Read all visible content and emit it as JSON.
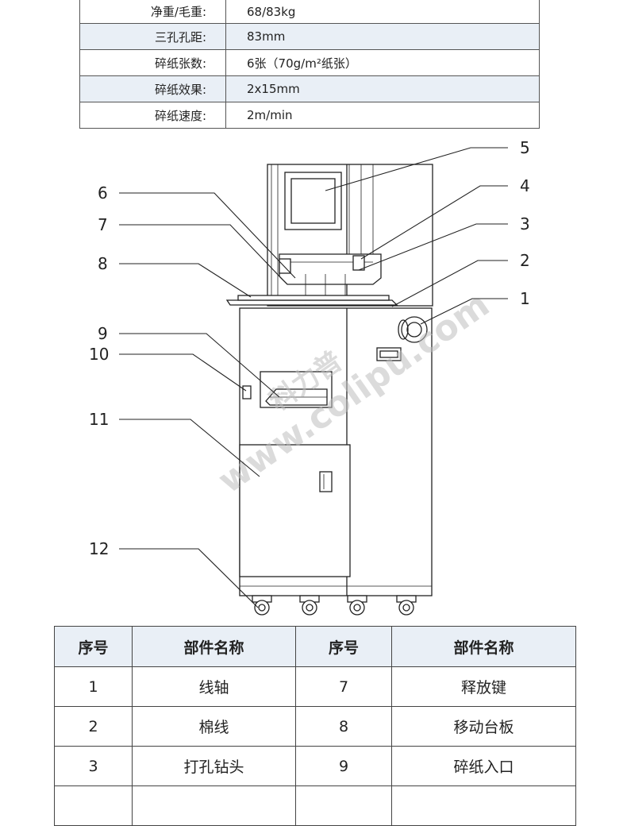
{
  "specs": [
    {
      "label": "净重/毛重:",
      "value": "68/83kg"
    },
    {
      "label": "三孔孔距:",
      "value": "83mm"
    },
    {
      "label": "碎纸张数:",
      "value": "6张（70g/m²纸张）"
    },
    {
      "label": "碎纸效果:",
      "value": "2x15mm"
    },
    {
      "label": "碎纸速度:",
      "value": "2m/min"
    }
  ],
  "callouts": [
    "1",
    "2",
    "3",
    "4",
    "5",
    "6",
    "7",
    "8",
    "9",
    "10",
    "11",
    "12"
  ],
  "watermark": {
    "brand": "科力普",
    "url": "www.colipu.com"
  },
  "parts_table": {
    "headers": [
      "序号",
      "部件名称",
      "序号",
      "部件名称"
    ],
    "rows": [
      [
        "1",
        "线轴",
        "7",
        "释放键"
      ],
      [
        "2",
        "棉线",
        "8",
        "移动台板"
      ],
      [
        "3",
        "打孔钻头",
        "9",
        "碎纸入口"
      ]
    ]
  }
}
